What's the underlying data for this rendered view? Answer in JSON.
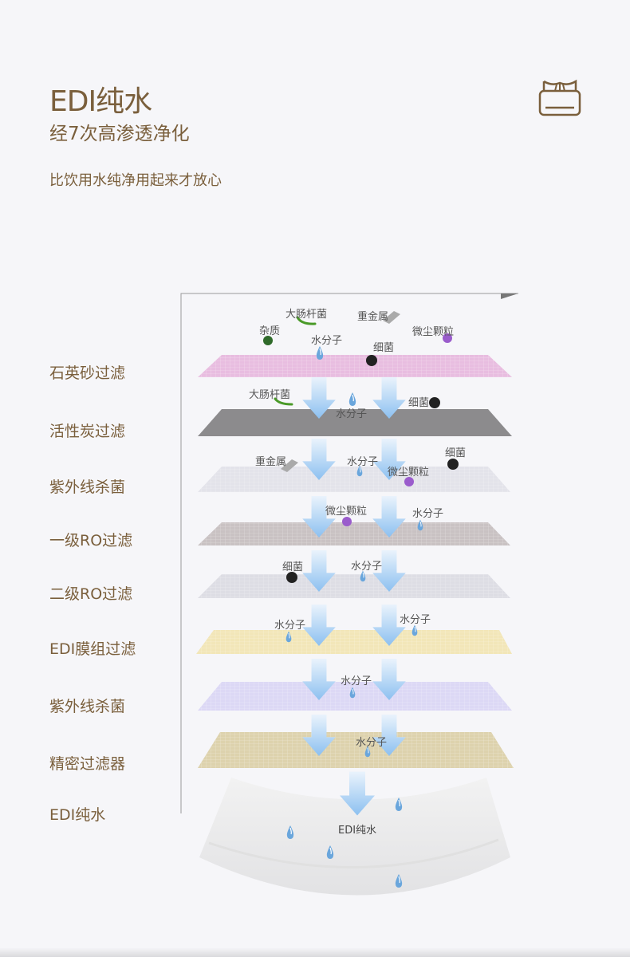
{
  "header": {
    "title": "EDI纯水",
    "subtitle": "经7次高渗透净化",
    "tagline": "比饮用水纯净用起来才放心",
    "icon": "tissue-box-icon"
  },
  "stages": [
    {
      "label": "石英砂过滤"
    },
    {
      "label": "活性炭过滤"
    },
    {
      "label": "紫外线杀菌"
    },
    {
      "label": "一级RO过滤"
    },
    {
      "label": "二级RO过滤"
    },
    {
      "label": "EDI膜组过滤"
    },
    {
      "label": "紫外线杀菌"
    },
    {
      "label": "精密过滤器"
    },
    {
      "label": "EDI纯水"
    }
  ],
  "annotations": {
    "l0": [
      "大肠杆菌",
      "重金属",
      "杂质",
      "微尘颗粒",
      "水分子",
      "细菌"
    ],
    "l1": [
      "大肠杆菌",
      "水分子",
      "细菌"
    ],
    "l2": [
      "重金属",
      "水分子",
      "微尘颗粒",
      "细菌"
    ],
    "l3": [
      "微尘颗粒",
      "水分子"
    ],
    "l4": [
      "细菌",
      "水分子"
    ],
    "l5": [
      "水分子",
      "水分子"
    ],
    "l6": [
      "水分子"
    ],
    "l7": [
      "水分子"
    ],
    "l8": [
      "EDI纯水"
    ]
  },
  "colors": {
    "brand": "#7a5f3c",
    "arrow": "#9ecbf2"
  }
}
